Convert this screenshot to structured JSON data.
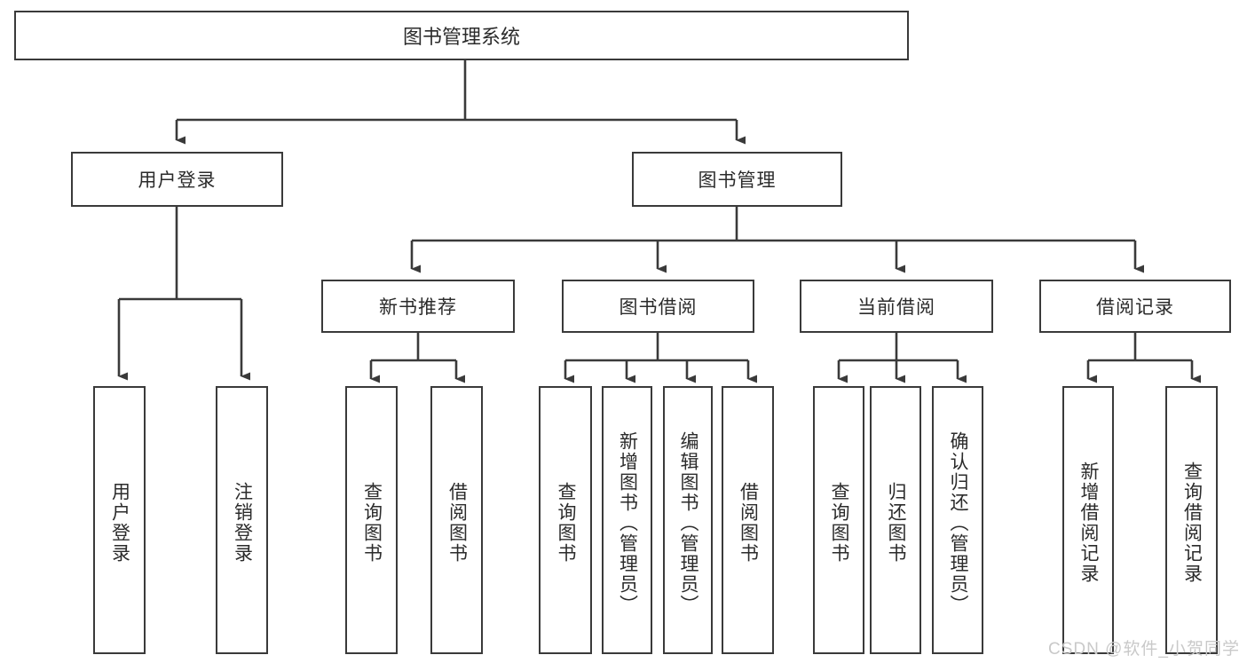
{
  "diagram": {
    "title": "图书管理系统",
    "type": "function-hierarchy-tree",
    "root": {
      "label": "图书管理系统"
    },
    "level1": [
      {
        "label": "用户登录"
      },
      {
        "label": "图书管理"
      }
    ],
    "level2": [
      {
        "label": "新书推荐"
      },
      {
        "label": "图书借阅"
      },
      {
        "label": "当前借阅"
      },
      {
        "label": "借阅记录"
      }
    ],
    "leaves": {
      "user_login": [
        {
          "label": "用户登录"
        },
        {
          "label": "注销登录"
        }
      ],
      "new_book_recommend": [
        {
          "label": "查询图书"
        },
        {
          "label": "借阅图书"
        }
      ],
      "book_borrow": [
        {
          "label": "查询图书"
        },
        {
          "label": "新增图书（管理员）"
        },
        {
          "label": "编辑图书（管理员）"
        },
        {
          "label": "借阅图书"
        }
      ],
      "current_borrow": [
        {
          "label": "查询图书"
        },
        {
          "label": "归还图书"
        },
        {
          "label": "确认归还（管理员）"
        }
      ],
      "borrow_record": [
        {
          "label": "新增借阅记录"
        },
        {
          "label": "查询借阅记录"
        }
      ]
    }
  },
  "watermark": {
    "text": "CSDN @软件_小贺同学"
  },
  "colors": {
    "stroke": "#3a3a3a",
    "background": "#ffffff",
    "text": "#2b2b2b",
    "watermark": "#c9c9c9"
  }
}
